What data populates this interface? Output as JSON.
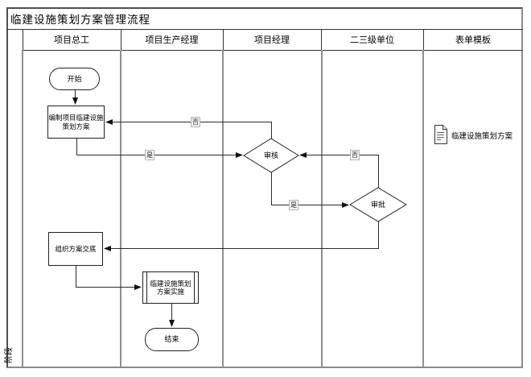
{
  "title": "临建设施策划方案管理流程",
  "phase_label": "阶段",
  "lanes": [
    {
      "label": "项目总工"
    },
    {
      "label": "项目生产经理"
    },
    {
      "label": "项目经理"
    },
    {
      "label": "二三级单位"
    },
    {
      "label": "表单模板"
    }
  ],
  "nodes": {
    "start": "开始",
    "prepare": "编制项目临建设施\n策划方案",
    "review": "审核",
    "approve": "审批",
    "brief": "组织方案交底",
    "implement": "临建设施策划\n方案实施",
    "end": "结束"
  },
  "edge_labels": {
    "review_reject": "否",
    "prepare_submit": "是",
    "approve_reject": "否",
    "review_approve": "是"
  },
  "form_template": {
    "icon": "document-icon",
    "doc_label": "临建设施策划方案"
  },
  "colors": {
    "background": "#ffffff",
    "lane_border": "#8f8f8f",
    "shape_border": "#222222",
    "label_background": "#f6f6f6"
  }
}
